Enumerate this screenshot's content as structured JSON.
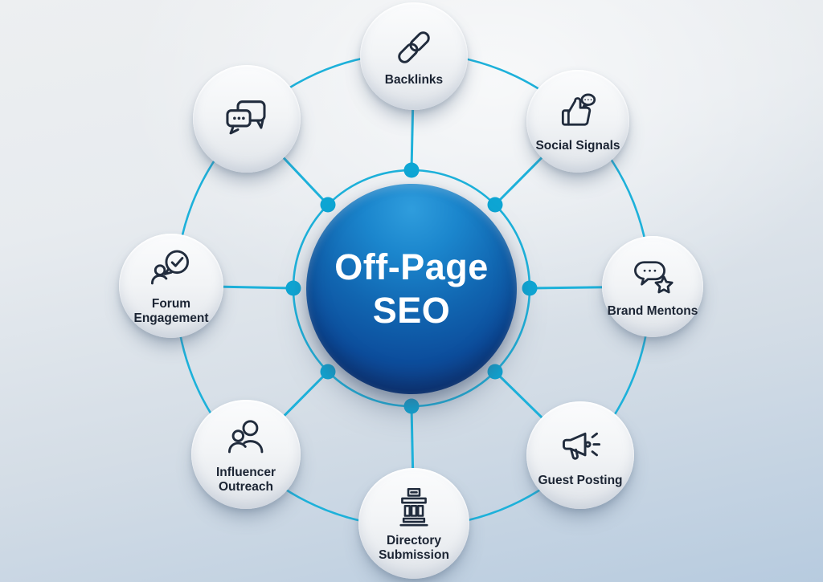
{
  "hub": {
    "line1": "Off-Page",
    "line2": "SEO"
  },
  "nodes": [
    {
      "id": "backlinks",
      "label": "Backlinks",
      "icon": "chain-link-icon"
    },
    {
      "id": "social-signals",
      "label": "Social Signals",
      "icon": "thumbs-up-comment-icon"
    },
    {
      "id": "brand-mentions",
      "label": "Brand Mentons",
      "icon": "speech-bubble-star-icon"
    },
    {
      "id": "guest-posting",
      "label": "Guest Posting",
      "icon": "megaphone-icon"
    },
    {
      "id": "directory-submission",
      "label": "Directory\nSubmission",
      "icon": "bank-building-icon"
    },
    {
      "id": "influencer-outreach",
      "label": "Influencer\nOutreach",
      "icon": "two-people-icon"
    },
    {
      "id": "forum-engagement",
      "label": "Forum\nEngagement",
      "icon": "person-check-bubble-icon"
    },
    {
      "id": "chat",
      "label": "",
      "icon": "chat-bubbles-icon"
    }
  ],
  "colors": {
    "connector": "#1db1da",
    "dot": "#0ea6d4",
    "hub_text": "#ffffff",
    "icon_stroke": "#212c3d",
    "label_text": "#1b2433"
  }
}
